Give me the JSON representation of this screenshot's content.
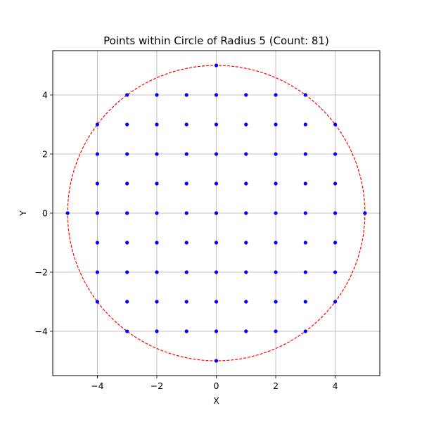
{
  "chart_data": {
    "type": "scatter",
    "title": "Points within Circle of Radius 5 (Count: 81)",
    "xlabel": "X",
    "ylabel": "Y",
    "xlim": [
      -5.5,
      5.5
    ],
    "ylim": [
      -5.5,
      5.5
    ],
    "xticks": [
      -4,
      -2,
      0,
      2,
      4
    ],
    "yticks": [
      -4,
      -2,
      0,
      2,
      4
    ],
    "xtick_labels": [
      "−4",
      "−2",
      "0",
      "2",
      "4"
    ],
    "ytick_labels": [
      "−4",
      "−2",
      "0",
      "2",
      "4"
    ],
    "grid": true,
    "circle": {
      "center": [
        0,
        0
      ],
      "radius": 5,
      "color": "#ff0000",
      "style": "dashed"
    },
    "point_color": "#0000ff",
    "points": [
      [
        -5,
        0
      ],
      [
        -4,
        -3
      ],
      [
        -4,
        -2
      ],
      [
        -4,
        -1
      ],
      [
        -4,
        0
      ],
      [
        -4,
        1
      ],
      [
        -4,
        2
      ],
      [
        -4,
        3
      ],
      [
        -3,
        -4
      ],
      [
        -3,
        -3
      ],
      [
        -3,
        -2
      ],
      [
        -3,
        -1
      ],
      [
        -3,
        0
      ],
      [
        -3,
        1
      ],
      [
        -3,
        2
      ],
      [
        -3,
        3
      ],
      [
        -3,
        4
      ],
      [
        -2,
        -4
      ],
      [
        -2,
        -3
      ],
      [
        -2,
        -2
      ],
      [
        -2,
        -1
      ],
      [
        -2,
        0
      ],
      [
        -2,
        1
      ],
      [
        -2,
        2
      ],
      [
        -2,
        3
      ],
      [
        -2,
        4
      ],
      [
        -1,
        -4
      ],
      [
        -1,
        -3
      ],
      [
        -1,
        -2
      ],
      [
        -1,
        -1
      ],
      [
        -1,
        0
      ],
      [
        -1,
        1
      ],
      [
        -1,
        2
      ],
      [
        -1,
        3
      ],
      [
        -1,
        4
      ],
      [
        0,
        -5
      ],
      [
        0,
        -4
      ],
      [
        0,
        -3
      ],
      [
        0,
        -2
      ],
      [
        0,
        -1
      ],
      [
        0,
        0
      ],
      [
        0,
        1
      ],
      [
        0,
        2
      ],
      [
        0,
        3
      ],
      [
        0,
        4
      ],
      [
        0,
        5
      ],
      [
        1,
        -4
      ],
      [
        1,
        -3
      ],
      [
        1,
        -2
      ],
      [
        1,
        -1
      ],
      [
        1,
        0
      ],
      [
        1,
        1
      ],
      [
        1,
        2
      ],
      [
        1,
        3
      ],
      [
        1,
        4
      ],
      [
        2,
        -4
      ],
      [
        2,
        -3
      ],
      [
        2,
        -2
      ],
      [
        2,
        -1
      ],
      [
        2,
        0
      ],
      [
        2,
        1
      ],
      [
        2,
        2
      ],
      [
        2,
        3
      ],
      [
        2,
        4
      ],
      [
        3,
        -4
      ],
      [
        3,
        -3
      ],
      [
        3,
        -2
      ],
      [
        3,
        -1
      ],
      [
        3,
        0
      ],
      [
        3,
        1
      ],
      [
        3,
        2
      ],
      [
        3,
        3
      ],
      [
        3,
        4
      ],
      [
        4,
        -3
      ],
      [
        4,
        -2
      ],
      [
        4,
        -1
      ],
      [
        4,
        0
      ],
      [
        4,
        1
      ],
      [
        4,
        2
      ],
      [
        4,
        3
      ],
      [
        5,
        0
      ]
    ]
  }
}
